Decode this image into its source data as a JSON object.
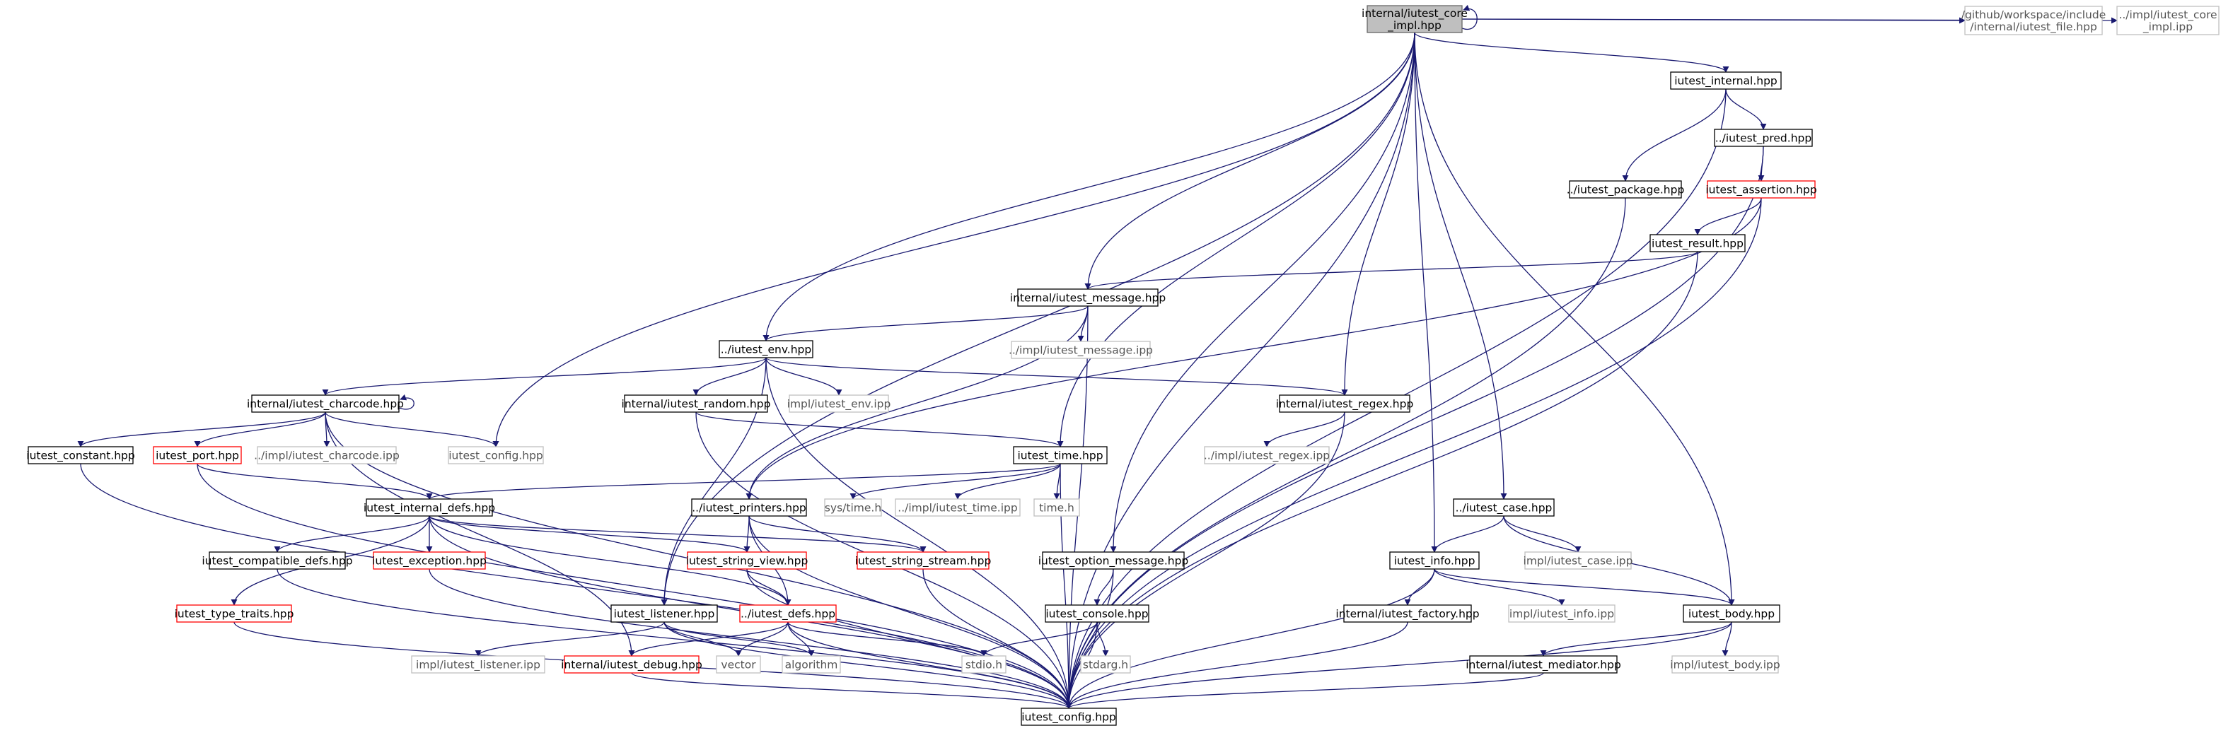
{
  "title": "",
  "colors": {
    "edge": "#191970",
    "root_fill": "#bfbfbf",
    "normal_border": "#000000",
    "truncated_border": "#ff0000",
    "external_border": "#bfbfbf",
    "external_text": "#555555",
    "text": "#000000"
  },
  "nodes": [
    {
      "id": "root",
      "lines": [
        "internal/iutest_core",
        "_impl.hpp"
      ],
      "kind": "root"
    },
    {
      "id": "github_file",
      "lines": [
        "/github/workspace/include",
        "/internal/iutest_file.hpp"
      ],
      "kind": "external"
    },
    {
      "id": "core_impl_ipp",
      "lines": [
        "../impl/iutest_core",
        "_impl.ipp"
      ],
      "kind": "external"
    },
    {
      "id": "iutest_internal",
      "lines": [
        "iutest_internal.hpp"
      ],
      "kind": "normal"
    },
    {
      "id": "pred",
      "lines": [
        "../iutest_pred.hpp"
      ],
      "kind": "normal"
    },
    {
      "id": "package",
      "lines": [
        "../iutest_package.hpp"
      ],
      "kind": "normal"
    },
    {
      "id": "assertion",
      "lines": [
        "iutest_assertion.hpp"
      ],
      "kind": "truncated"
    },
    {
      "id": "result",
      "lines": [
        "iutest_result.hpp"
      ],
      "kind": "normal"
    },
    {
      "id": "message",
      "lines": [
        "internal/iutest_message.hpp"
      ],
      "kind": "normal"
    },
    {
      "id": "env",
      "lines": [
        "../iutest_env.hpp"
      ],
      "kind": "normal"
    },
    {
      "id": "impl_message_ipp",
      "lines": [
        "../impl/iutest_message.ipp"
      ],
      "kind": "external"
    },
    {
      "id": "charcode",
      "lines": [
        "internal/iutest_charcode.hpp"
      ],
      "kind": "normal"
    },
    {
      "id": "random",
      "lines": [
        "internal/iutest_random.hpp"
      ],
      "kind": "normal"
    },
    {
      "id": "impl_env_ipp",
      "lines": [
        "impl/iutest_env.ipp"
      ],
      "kind": "external"
    },
    {
      "id": "regex",
      "lines": [
        "internal/iutest_regex.hpp"
      ],
      "kind": "normal"
    },
    {
      "id": "constant",
      "lines": [
        "iutest_constant.hpp"
      ],
      "kind": "normal"
    },
    {
      "id": "port",
      "lines": [
        "iutest_port.hpp"
      ],
      "kind": "truncated"
    },
    {
      "id": "impl_charcode_ipp",
      "lines": [
        "../impl/iutest_charcode.ipp"
      ],
      "kind": "external"
    },
    {
      "id": "config",
      "lines": [
        "iutest_config.hpp"
      ],
      "kind": "external"
    },
    {
      "id": "time",
      "lines": [
        "iutest_time.hpp"
      ],
      "kind": "normal"
    },
    {
      "id": "impl_regex_ipp",
      "lines": [
        "../impl/iutest_regex.ipp"
      ],
      "kind": "external"
    },
    {
      "id": "internal_defs",
      "lines": [
        "iutest_internal_defs.hpp"
      ],
      "kind": "normal"
    },
    {
      "id": "printers",
      "lines": [
        "../iutest_printers.hpp"
      ],
      "kind": "normal"
    },
    {
      "id": "sys_time",
      "lines": [
        "sys/time.h"
      ],
      "kind": "external"
    },
    {
      "id": "impl_time_ipp",
      "lines": [
        "../impl/iutest_time.ipp"
      ],
      "kind": "external"
    },
    {
      "id": "time_h",
      "lines": [
        "time.h"
      ],
      "kind": "external"
    },
    {
      "id": "case",
      "lines": [
        "../iutest_case.hpp"
      ],
      "kind": "normal"
    },
    {
      "id": "compatible_defs",
      "lines": [
        "iutest_compatible_defs.hpp"
      ],
      "kind": "normal"
    },
    {
      "id": "exception",
      "lines": [
        "iutest_exception.hpp"
      ],
      "kind": "truncated"
    },
    {
      "id": "string_view",
      "lines": [
        "iutest_string_view.hpp"
      ],
      "kind": "truncated"
    },
    {
      "id": "string_stream",
      "lines": [
        "iutest_string_stream.hpp"
      ],
      "kind": "truncated"
    },
    {
      "id": "option_message",
      "lines": [
        "iutest_option_message.hpp"
      ],
      "kind": "normal"
    },
    {
      "id": "info",
      "lines": [
        "iutest_info.hpp"
      ],
      "kind": "normal"
    },
    {
      "id": "impl_case_ipp",
      "lines": [
        "impl/iutest_case.ipp"
      ],
      "kind": "external"
    },
    {
      "id": "type_traits",
      "lines": [
        "iutest_type_traits.hpp"
      ],
      "kind": "truncated"
    },
    {
      "id": "listener",
      "lines": [
        "iutest_listener.hpp"
      ],
      "kind": "normal"
    },
    {
      "id": "defs",
      "lines": [
        "../iutest_defs.hpp"
      ],
      "kind": "truncated"
    },
    {
      "id": "console",
      "lines": [
        "iutest_console.hpp"
      ],
      "kind": "normal"
    },
    {
      "id": "factory",
      "lines": [
        "internal/iutest_factory.hpp"
      ],
      "kind": "normal"
    },
    {
      "id": "impl_info_ipp",
      "lines": [
        "impl/iutest_info.ipp"
      ],
      "kind": "external"
    },
    {
      "id": "body",
      "lines": [
        "iutest_body.hpp"
      ],
      "kind": "normal"
    },
    {
      "id": "impl_listener_ipp",
      "lines": [
        "impl/iutest_listener.ipp"
      ],
      "kind": "external"
    },
    {
      "id": "debug",
      "lines": [
        "internal/iutest_debug.hpp"
      ],
      "kind": "truncated"
    },
    {
      "id": "vector",
      "lines": [
        "vector"
      ],
      "kind": "external"
    },
    {
      "id": "algorithm",
      "lines": [
        "algorithm"
      ],
      "kind": "external"
    },
    {
      "id": "stdio",
      "lines": [
        "stdio.h"
      ],
      "kind": "external"
    },
    {
      "id": "stdarg",
      "lines": [
        "stdarg.h"
      ],
      "kind": "external"
    },
    {
      "id": "mediator",
      "lines": [
        "internal/iutest_mediator.hpp"
      ],
      "kind": "normal"
    },
    {
      "id": "impl_body_ipp",
      "lines": [
        "impl/iutest_body.ipp"
      ],
      "kind": "external"
    },
    {
      "id": "config_bottom",
      "lines": [
        "iutest_config.hpp"
      ],
      "kind": "normal"
    }
  ],
  "edges": [
    [
      "root",
      "root"
    ],
    [
      "root",
      "github_file"
    ],
    [
      "root",
      "core_impl_ipp"
    ],
    [
      "root",
      "iutest_internal"
    ],
    [
      "root",
      "message"
    ],
    [
      "root",
      "env"
    ],
    [
      "root",
      "config"
    ],
    [
      "root",
      "listener"
    ],
    [
      "root",
      "time"
    ],
    [
      "root",
      "regex"
    ],
    [
      "root",
      "option_message"
    ],
    [
      "root",
      "info"
    ],
    [
      "root",
      "case"
    ],
    [
      "root",
      "body"
    ],
    [
      "root",
      "config_bottom"
    ],
    [
      "iutest_internal",
      "pred"
    ],
    [
      "iutest_internal",
      "package"
    ],
    [
      "iutest_internal",
      "config_bottom"
    ],
    [
      "pred",
      "assertion"
    ],
    [
      "pred",
      "config_bottom"
    ],
    [
      "package",
      "config_bottom"
    ],
    [
      "assertion",
      "result"
    ],
    [
      "assertion",
      "printers"
    ],
    [
      "assertion",
      "config_bottom"
    ],
    [
      "result",
      "message"
    ],
    [
      "result",
      "config_bottom"
    ],
    [
      "message",
      "env"
    ],
    [
      "message",
      "impl_message_ipp"
    ],
    [
      "message",
      "printers"
    ],
    [
      "message",
      "config_bottom"
    ],
    [
      "env",
      "charcode"
    ],
    [
      "env",
      "random"
    ],
    [
      "env",
      "impl_env_ipp"
    ],
    [
      "env",
      "regex"
    ],
    [
      "env",
      "listener"
    ],
    [
      "env",
      "config_bottom"
    ],
    [
      "charcode",
      "charcode"
    ],
    [
      "charcode",
      "constant"
    ],
    [
      "charcode",
      "port"
    ],
    [
      "charcode",
      "impl_charcode_ipp"
    ],
    [
      "charcode",
      "config"
    ],
    [
      "charcode",
      "debug"
    ],
    [
      "charcode",
      "config_bottom"
    ],
    [
      "random",
      "time"
    ],
    [
      "random",
      "config_bottom"
    ],
    [
      "regex",
      "impl_regex_ipp"
    ],
    [
      "regex",
      "config_bottom"
    ],
    [
      "constant",
      "config_bottom"
    ],
    [
      "port",
      "internal_defs"
    ],
    [
      "port",
      "config_bottom"
    ],
    [
      "time",
      "internal_defs"
    ],
    [
      "time",
      "sys_time"
    ],
    [
      "time",
      "impl_time_ipp"
    ],
    [
      "time",
      "time_h"
    ],
    [
      "time",
      "config_bottom"
    ],
    [
      "internal_defs",
      "compatible_defs"
    ],
    [
      "internal_defs",
      "exception"
    ],
    [
      "internal_defs",
      "type_traits"
    ],
    [
      "internal_defs",
      "string_view"
    ],
    [
      "internal_defs",
      "string_stream"
    ],
    [
      "internal_defs",
      "defs"
    ],
    [
      "internal_defs",
      "config_bottom"
    ],
    [
      "printers",
      "string_view"
    ],
    [
      "printers",
      "string_stream"
    ],
    [
      "printers",
      "defs"
    ],
    [
      "printers",
      "config_bottom"
    ],
    [
      "compatible_defs",
      "config_bottom"
    ],
    [
      "exception",
      "config_bottom"
    ],
    [
      "type_traits",
      "config_bottom"
    ],
    [
      "string_view",
      "defs"
    ],
    [
      "string_view",
      "config_bottom"
    ],
    [
      "string_stream",
      "config_bottom"
    ],
    [
      "listener",
      "impl_listener_ipp"
    ],
    [
      "listener",
      "vector"
    ],
    [
      "listener",
      "algorithm"
    ],
    [
      "listener",
      "config_bottom"
    ],
    [
      "defs",
      "debug"
    ],
    [
      "defs",
      "vector"
    ],
    [
      "defs",
      "algorithm"
    ],
    [
      "defs",
      "stdio"
    ],
    [
      "defs",
      "config_bottom"
    ],
    [
      "debug",
      "config_bottom"
    ],
    [
      "option_message",
      "console"
    ],
    [
      "option_message",
      "config_bottom"
    ],
    [
      "console",
      "stdio"
    ],
    [
      "console",
      "stdarg"
    ],
    [
      "console",
      "config_bottom"
    ],
    [
      "case",
      "info"
    ],
    [
      "case",
      "impl_case_ipp"
    ],
    [
      "case",
      "body"
    ],
    [
      "info",
      "factory"
    ],
    [
      "info",
      "impl_info_ipp"
    ],
    [
      "info",
      "body"
    ],
    [
      "info",
      "config_bottom"
    ],
    [
      "factory",
      "config_bottom"
    ],
    [
      "body",
      "mediator"
    ],
    [
      "body",
      "impl_body_ipp"
    ],
    [
      "body",
      "config_bottom"
    ],
    [
      "mediator",
      "config_bottom"
    ]
  ]
}
